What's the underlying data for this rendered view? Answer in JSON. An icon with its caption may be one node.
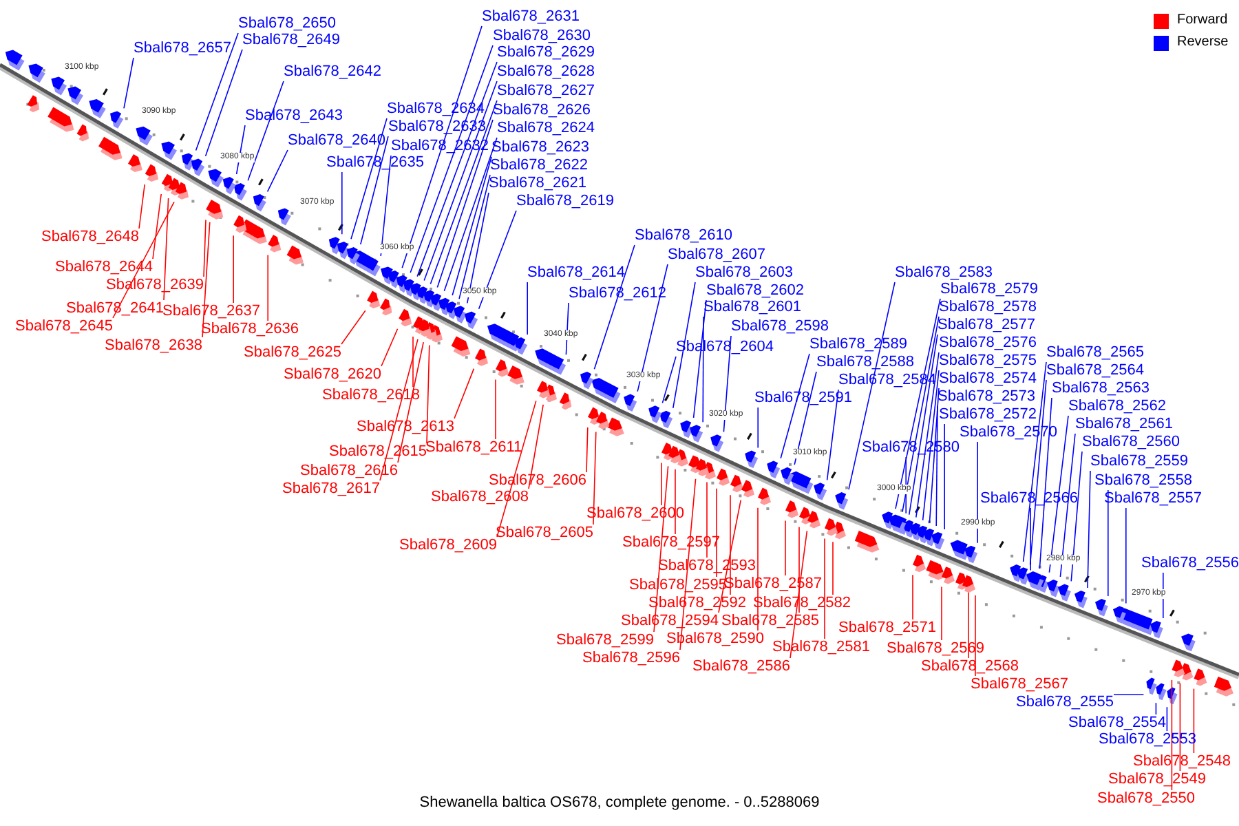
{
  "diagram": {
    "caption": "Shewanella baltica OS678, complete genome. - 0..5288069",
    "nodes": [
      {
        "text": [
          "Sbal678_2650"
        ]
      },
      {
        "text": [
          "Sbal678_2657"
        ]
      },
      {
        "text": [
          "Sbal678_2649"
        ]
      },
      {
        "text": [
          "Sbal678_2642"
        ]
      },
      {
        "text": [
          "Sbal678_2643"
        ]
      },
      {
        "text": [
          "Sbal678_2640"
        ]
      },
      {
        "text": [
          "Sbal678_2635"
        ]
      },
      {
        "text": [
          "Sbal678_2634"
        ]
      },
      {
        "text": [
          "Sbal678_2633"
        ]
      },
      {
        "text": [
          "Sbal678_2632"
        ]
      },
      {
        "text": [
          "Sbal678_2631"
        ]
      },
      {
        "text": [
          "Sbal678_2630"
        ]
      },
      {
        "text": [
          "Sbal678_2629"
        ]
      },
      {
        "text": [
          "Sbal678_2628"
        ]
      },
      {
        "text": [
          "Sbal678_2627"
        ]
      },
      {
        "text": [
          "Sbal678_2626"
        ]
      },
      {
        "text": [
          "Sbal678_2624"
        ]
      },
      {
        "text": [
          "Sbal678_2623"
        ]
      },
      {
        "text": [
          "Sbal678_2622"
        ]
      },
      {
        "text": [
          "Sbal678_2621"
        ]
      },
      {
        "text": [
          "Sbal678_2619"
        ]
      },
      {
        "text": [
          "Sbal678_2610"
        ]
      },
      {
        "text": [
          "Sbal678_2607"
        ]
      },
      {
        "text": [
          "Sbal678_2614"
        ]
      },
      {
        "text": [
          "Sbal678_2603"
        ]
      },
      {
        "text": [
          "Sbal678_2612"
        ]
      },
      {
        "text": [
          "Sbal678_2602"
        ]
      },
      {
        "text": [
          "Sbal678_2601"
        ]
      },
      {
        "text": [
          "Sbal678_2598"
        ]
      },
      {
        "text": [
          "Sbal678_2604"
        ]
      },
      {
        "text": [
          "Sbal678_2589"
        ]
      },
      {
        "text": [
          "Sbal678_2588"
        ]
      },
      {
        "text": [
          "Sbal678_2584"
        ]
      },
      {
        "text": [
          "Sbal678_2591"
        ]
      },
      {
        "text": [
          "Sbal678_2583"
        ]
      },
      {
        "text": [
          "Sbal678_2579"
        ]
      },
      {
        "text": [
          "Sbal678_2578"
        ]
      },
      {
        "text": [
          "Sbal678_2577"
        ]
      },
      {
        "text": [
          "Sbal678_2576"
        ]
      },
      {
        "text": [
          "Sbal678_2575"
        ]
      },
      {
        "text": [
          "Sbal678_2574"
        ]
      },
      {
        "text": [
          "Sbal678_2573"
        ]
      },
      {
        "text": [
          "Sbal678_2572"
        ]
      },
      {
        "text": [
          "Sbal678_2570"
        ]
      },
      {
        "text": [
          "Sbal678_2580"
        ]
      },
      {
        "text": [
          "Sbal678_2565"
        ]
      },
      {
        "text": [
          "Sbal678_2564"
        ]
      },
      {
        "text": [
          "Sbal678_2563"
        ]
      },
      {
        "text": [
          "Sbal678_2562"
        ]
      },
      {
        "text": [
          "Sbal678_2561"
        ]
      },
      {
        "text": [
          "Sbal678_2560"
        ]
      },
      {
        "text": [
          "Sbal678_2559"
        ]
      },
      {
        "text": [
          "Sbal678_2558"
        ]
      },
      {
        "text": [
          "Sbal678_2557"
        ]
      },
      {
        "text": [
          "Sbal678_2566"
        ]
      },
      {
        "text": [
          "Sbal678_2556"
        ]
      },
      {
        "text": [
          "Sbal678_2555"
        ]
      },
      {
        "text": [
          "Sbal678_2554"
        ]
      },
      {
        "text": [
          "Sbal678_2553"
        ]
      },
      {
        "text": [
          "Sbal678_2648"
        ]
      },
      {
        "text": [
          "Sbal678_2644"
        ]
      },
      {
        "text": [
          "Sbal678_2639"
        ]
      },
      {
        "text": [
          "Sbal678_2641"
        ]
      },
      {
        "text": [
          "Sbal678_2637"
        ]
      },
      {
        "text": [
          "Sbal678_2645"
        ]
      },
      {
        "text": [
          "Sbal678_2636"
        ]
      },
      {
        "text": [
          "Sbal678_2638"
        ]
      },
      {
        "text": [
          "Sbal678_2625"
        ]
      },
      {
        "text": [
          "Sbal678_2620"
        ]
      },
      {
        "text": [
          "Sbal678_2618"
        ]
      },
      {
        "text": [
          "Sbal678_2613"
        ]
      },
      {
        "text": [
          "Sbal678_2615"
        ]
      },
      {
        "text": [
          "Sbal678_2611"
        ]
      },
      {
        "text": [
          "Sbal678_2616"
        ]
      },
      {
        "text": [
          "Sbal678_2617"
        ]
      },
      {
        "text": [
          "Sbal678_2606"
        ]
      },
      {
        "text": [
          "Sbal678_2608"
        ]
      },
      {
        "text": [
          "Sbal678_2605"
        ]
      },
      {
        "text": [
          "Sbal678_2609"
        ]
      },
      {
        "text": [
          "Sbal678_2600"
        ]
      },
      {
        "text": [
          "Sbal678_2597"
        ]
      },
      {
        "text": [
          "Sbal678_2593"
        ]
      },
      {
        "text": [
          "Sbal678_2595"
        ]
      },
      {
        "text": [
          "Sbal678_2587"
        ]
      },
      {
        "text": [
          "Sbal678_2592"
        ]
      },
      {
        "text": [
          "Sbal678_2582"
        ]
      },
      {
        "text": [
          "Sbal678_2594"
        ]
      },
      {
        "text": [
          "Sbal678_2585"
        ]
      },
      {
        "text": [
          "Sbal678_2599"
        ]
      },
      {
        "text": [
          "Sbal678_2590"
        ]
      },
      {
        "text": [
          "Sbal678_2581"
        ]
      },
      {
        "text": [
          "Sbal678_2596"
        ]
      },
      {
        "text": [
          "Sbal678_2586"
        ]
      },
      {
        "text": [
          "Sbal678_2571"
        ]
      },
      {
        "text": [
          "Sbal678_2569"
        ]
      },
      {
        "text": [
          "Sbal678_2568"
        ]
      },
      {
        "text": [
          "Sbal678_2567"
        ]
      },
      {
        "text": [
          "Sbal678_2548"
        ]
      },
      {
        "text": [
          "Sbal678_2549"
        ]
      },
      {
        "text": [
          "Sbal678_2550"
        ]
      },
      {
        "text": [],
        "shape": "box"
      },
      {
        "text": [],
        "shape": "box"
      },
      {
        "text": [],
        "shape": "box"
      },
      {
        "text": [],
        "shape": "box"
      },
      {
        "text": [],
        "shape": "box"
      },
      {
        "text": [],
        "shape": "box"
      },
      {
        "text": [],
        "shape": "box"
      },
      {
        "text": [],
        "shape": "box"
      },
      {
        "text": [],
        "shape": "box"
      },
      {
        "text": [],
        "shape": "box"
      },
      {
        "text": [],
        "shape": "box"
      },
      {
        "text": [],
        "shape": "box"
      },
      {
        "text": [],
        "shape": "box"
      },
      {
        "text": [],
        "shape": "box"
      },
      {
        "text": [],
        "shape": "box"
      },
      {
        "text": [],
        "shape": "box"
      },
      {
        "text": [],
        "shape": "box"
      },
      {
        "text": [],
        "shape": "box"
      },
      {
        "text": [],
        "shape": "box"
      },
      {
        "text": [],
        "shape": "box"
      },
      {
        "text": [],
        "shape": "box"
      },
      {
        "text": [],
        "shape": "box"
      },
      {
        "text": [],
        "shape": "box"
      },
      {
        "text": [],
        "shape": "box"
      },
      {
        "text": [],
        "shape": "box"
      },
      {
        "text": [],
        "shape": "box"
      },
      {
        "text": [],
        "shape": "box"
      },
      {
        "text": [],
        "shape": "box"
      },
      {
        "text": [],
        "shape": "box"
      },
      {
        "text": [],
        "shape": "box"
      },
      {
        "text": [],
        "shape": "box"
      },
      {
        "text": [],
        "shape": "box"
      },
      {
        "text": [],
        "shape": "box"
      },
      {
        "text": [],
        "shape": "box"
      },
      {
        "text": [],
        "shape": "box"
      },
      {
        "text": [],
        "shape": "box"
      },
      {
        "text": [],
        "shape": "box"
      },
      {
        "text": [],
        "shape": "box"
      },
      {
        "text": [],
        "shape": "box"
      },
      {
        "text": [],
        "shape": "box"
      },
      {
        "text": [],
        "shape": "box"
      },
      {
        "text": [],
        "shape": "box"
      },
      {
        "text": [],
        "shape": "box"
      },
      {
        "text": [],
        "shape": "box"
      },
      {
        "text": [],
        "shape": "box"
      },
      {
        "text": [],
        "shape": "box"
      },
      {
        "text": [],
        "shape": "box"
      },
      {
        "text": [],
        "shape": "box"
      },
      {
        "text": [],
        "shape": "box"
      },
      {
        "text": [],
        "shape": "box"
      },
      {
        "text": [],
        "shape": "box"
      },
      {
        "text": [],
        "shape": "box"
      },
      {
        "text": [],
        "shape": "box"
      },
      {
        "text": [],
        "shape": "box"
      },
      {
        "text": [],
        "shape": "box"
      },
      {
        "text": [],
        "shape": "box"
      },
      {
        "text": [],
        "shape": "box"
      },
      {
        "text": [],
        "shape": "box"
      },
      {
        "text": [],
        "shape": "box"
      },
      {
        "text": [],
        "shape": "box"
      },
      {
        "text": [],
        "shape": "box"
      },
      {
        "text": [],
        "shape": "box"
      },
      {
        "text": [],
        "shape": "box"
      },
      {
        "text": [],
        "shape": "box"
      },
      {
        "text": [],
        "shape": "box"
      },
      {
        "text": [],
        "shape": "box"
      },
      {
        "text": [],
        "shape": "box"
      },
      {
        "text": [],
        "shape": "box"
      },
      {
        "text": [],
        "shape": "box"
      },
      {
        "text": [],
        "shape": "box"
      },
      {
        "text": [],
        "shape": "box"
      },
      {
        "text": [],
        "shape": "box"
      },
      {
        "text": [],
        "shape": "box"
      },
      {
        "text": [],
        "shape": "box"
      },
      {
        "text": [],
        "shape": "box"
      },
      {
        "text": [],
        "shape": "box"
      },
      {
        "text": [],
        "shape": "box"
      },
      {
        "text": [],
        "shape": "box"
      },
      {
        "text": [],
        "shape": "box"
      },
      {
        "text": [],
        "shape": "box"
      },
      {
        "text": [],
        "shape": "box"
      },
      {
        "text": [],
        "shape": "box"
      },
      {
        "text": [],
        "shape": "box"
      },
      {
        "text": [],
        "shape": "box"
      },
      {
        "text": [],
        "shape": "box"
      },
      {
        "text": [],
        "shape": "box"
      },
      {
        "text": [],
        "shape": "box"
      },
      {
        "text": [],
        "shape": "box"
      },
      {
        "text": [],
        "shape": "box"
      },
      {
        "text": [],
        "shape": "box"
      },
      {
        "text": [],
        "shape": "box"
      },
      {
        "text": [],
        "shape": "box"
      },
      {
        "text": [],
        "shape": "box"
      },
      {
        "text": [],
        "shape": "box"
      },
      {
        "text": [],
        "shape": "box"
      },
      {
        "text": [],
        "shape": "box"
      },
      {
        "text": [],
        "shape": "box"
      },
      {
        "text": [],
        "shape": "box"
      },
      {
        "text": [],
        "shape": "box"
      },
      {
        "text": [],
        "shape": "box"
      }
    ],
    "edges": [
      {
        "from": 0,
        "to": 100,
        "arrow": "none"
      },
      {
        "from": 1,
        "to": 101,
        "arrow": "none"
      },
      {
        "from": 2,
        "to": 102,
        "arrow": "none"
      },
      {
        "from": 3,
        "to": 103,
        "arrow": "none"
      },
      {
        "from": 4,
        "to": 104,
        "arrow": "none"
      },
      {
        "from": 5,
        "to": 105,
        "arrow": "none"
      },
      {
        "from": 6,
        "to": 106,
        "arrow": "none"
      },
      {
        "from": 7,
        "to": 107,
        "arrow": "none"
      },
      {
        "from": 8,
        "to": 108,
        "arrow": "none"
      },
      {
        "from": 9,
        "to": 109,
        "arrow": "none"
      },
      {
        "from": 10,
        "to": 110,
        "arrow": "none"
      },
      {
        "from": 11,
        "to": 111,
        "arrow": "none"
      },
      {
        "from": 12,
        "to": 112,
        "arrow": "none"
      },
      {
        "from": 13,
        "to": 113,
        "arrow": "none"
      },
      {
        "from": 14,
        "to": 114,
        "arrow": "none"
      },
      {
        "from": 15,
        "to": 115,
        "arrow": "none"
      },
      {
        "from": 16,
        "to": 116,
        "arrow": "none"
      },
      {
        "from": 17,
        "to": 117,
        "arrow": "none"
      },
      {
        "from": 18,
        "to": 118,
        "arrow": "none"
      },
      {
        "from": 19,
        "to": 119,
        "arrow": "none"
      },
      {
        "from": 20,
        "to": 120,
        "arrow": "none"
      },
      {
        "from": 21,
        "to": 121,
        "arrow": "none"
      },
      {
        "from": 22,
        "to": 122,
        "arrow": "none"
      },
      {
        "from": 23,
        "to": 123,
        "arrow": "none"
      },
      {
        "from": 24,
        "to": 124,
        "arrow": "none"
      },
      {
        "from": 25,
        "to": 125,
        "arrow": "none"
      },
      {
        "from": 26,
        "to": 126,
        "arrow": "none"
      },
      {
        "from": 27,
        "to": 127,
        "arrow": "none"
      },
      {
        "from": 28,
        "to": 128,
        "arrow": "none"
      },
      {
        "from": 29,
        "to": 129,
        "arrow": "none"
      },
      {
        "from": 30,
        "to": 130,
        "arrow": "none"
      },
      {
        "from": 31,
        "to": 131,
        "arrow": "none"
      },
      {
        "from": 32,
        "to": 132,
        "arrow": "none"
      },
      {
        "from": 33,
        "to": 133,
        "arrow": "none"
      },
      {
        "from": 34,
        "to": 134,
        "arrow": "none"
      },
      {
        "from": 35,
        "to": 135,
        "arrow": "none"
      },
      {
        "from": 36,
        "to": 136,
        "arrow": "none"
      },
      {
        "from": 37,
        "to": 137,
        "arrow": "none"
      },
      {
        "from": 38,
        "to": 138,
        "arrow": "none"
      },
      {
        "from": 39,
        "to": 139,
        "arrow": "none"
      },
      {
        "from": 40,
        "to": 140,
        "arrow": "none"
      },
      {
        "from": 41,
        "to": 141,
        "arrow": "none"
      },
      {
        "from": 42,
        "to": 142,
        "arrow": "none"
      },
      {
        "from": 43,
        "to": 143,
        "arrow": "none"
      },
      {
        "from": 44,
        "to": 144,
        "arrow": "none"
      },
      {
        "from": 45,
        "to": 145,
        "arrow": "none"
      },
      {
        "from": 46,
        "to": 146,
        "arrow": "none"
      },
      {
        "from": 47,
        "to": 147,
        "arrow": "none"
      },
      {
        "from": 48,
        "to": 148,
        "arrow": "none"
      },
      {
        "from": 49,
        "to": 149,
        "arrow": "none"
      },
      {
        "from": 50,
        "to": 150,
        "arrow": "none"
      },
      {
        "from": 51,
        "to": 151,
        "arrow": "none"
      },
      {
        "from": 52,
        "to": 152,
        "arrow": "none"
      },
      {
        "from": 53,
        "to": 153,
        "arrow": "none"
      },
      {
        "from": 54,
        "to": 154,
        "arrow": "none"
      },
      {
        "from": 55,
        "to": 155,
        "arrow": "none"
      },
      {
        "from": 56,
        "to": 156,
        "arrow": "none"
      },
      {
        "from": 57,
        "to": 157,
        "arrow": "none"
      },
      {
        "from": 58,
        "to": 158,
        "arrow": "none"
      },
      {
        "from": 59,
        "to": 159,
        "arrow": "none",
        "color": "#ff0000"
      },
      {
        "from": 60,
        "to": 160,
        "arrow": "none",
        "color": "#ff0000"
      },
      {
        "from": 61,
        "to": 161,
        "arrow": "none",
        "color": "#ff0000"
      },
      {
        "from": 62,
        "to": 162,
        "arrow": "none",
        "color": "#ff0000"
      },
      {
        "from": 63,
        "to": 163,
        "arrow": "none",
        "color": "#ff0000"
      },
      {
        "from": 64,
        "to": 164,
        "arrow": "none",
        "color": "#ff0000"
      },
      {
        "from": 65,
        "to": 165,
        "arrow": "none",
        "color": "#ff0000"
      },
      {
        "from": 66,
        "to": 166,
        "arrow": "none",
        "color": "#ff0000"
      },
      {
        "from": 67,
        "to": 167,
        "arrow": "none",
        "color": "#ff0000"
      },
      {
        "from": 68,
        "to": 168,
        "arrow": "none",
        "color": "#ff0000"
      },
      {
        "from": 69,
        "to": 169,
        "arrow": "none",
        "color": "#ff0000"
      },
      {
        "from": 70,
        "to": 170,
        "arrow": "none",
        "color": "#ff0000"
      },
      {
        "from": 71,
        "to": 171,
        "arrow": "none",
        "color": "#ff0000"
      },
      {
        "from": 72,
        "to": 172,
        "arrow": "none",
        "color": "#ff0000"
      },
      {
        "from": 73,
        "to": 173,
        "arrow": "none",
        "color": "#ff0000"
      },
      {
        "from": 74,
        "to": 174,
        "arrow": "none",
        "color": "#ff0000"
      },
      {
        "from": 75,
        "to": 175,
        "arrow": "none",
        "color": "#ff0000"
      },
      {
        "from": 76,
        "to": 176,
        "arrow": "none",
        "color": "#ff0000"
      },
      {
        "from": 77,
        "to": 177,
        "arrow": "none",
        "color": "#ff0000"
      },
      {
        "from": 78,
        "to": 178,
        "arrow": "none",
        "color": "#ff0000"
      },
      {
        "from": 79,
        "to": 179,
        "arrow": "none",
        "color": "#ff0000"
      },
      {
        "from": 80,
        "to": 180,
        "arrow": "none",
        "color": "#ff0000"
      },
      {
        "from": 81,
        "to": 181,
        "arrow": "none",
        "color": "#ff0000"
      },
      {
        "from": 82,
        "to": 182,
        "arrow": "none",
        "color": "#ff0000"
      },
      {
        "from": 83,
        "to": 183,
        "arrow": "none",
        "color": "#ff0000"
      },
      {
        "from": 84,
        "to": 184,
        "arrow": "none",
        "color": "#ff0000"
      },
      {
        "from": 85,
        "to": 185,
        "arrow": "none",
        "color": "#ff0000"
      },
      {
        "from": 86,
        "to": 186,
        "arrow": "none",
        "color": "#ff0000"
      },
      {
        "from": 87,
        "to": 187,
        "arrow": "none",
        "color": "#ff0000"
      },
      {
        "from": 88,
        "to": 188,
        "arrow": "none",
        "color": "#ff0000"
      },
      {
        "from": 89,
        "to": 189,
        "arrow": "none",
        "color": "#ff0000"
      },
      {
        "from": 90,
        "to": 190,
        "arrow": "none",
        "color": "#ff0000"
      },
      {
        "from": 91,
        "to": 191,
        "arrow": "none",
        "color": "#ff0000"
      },
      {
        "from": 92,
        "to": 192,
        "arrow": "none",
        "color": "#ff0000"
      },
      {
        "from": 93,
        "to": 193,
        "arrow": "none",
        "color": "#ff0000"
      },
      {
        "from": 94,
        "to": 194,
        "arrow": "none",
        "color": "#ff0000"
      },
      {
        "from": 95,
        "to": 195,
        "arrow": "none",
        "color": "#ff0000"
      },
      {
        "from": 96,
        "to": 196,
        "arrow": "none",
        "color": "#ff0000"
      },
      {
        "from": 97,
        "to": 197,
        "arrow": "none",
        "color": "#ff0000"
      },
      {
        "from": 98,
        "to": 198,
        "arrow": "none",
        "color": "#ff0000"
      },
      {
        "from": 99,
        "to": 199,
        "arrow": "none",
        "color": "#ff0000"
      }
    ],
    "labels": [
      "3100 kbp",
      "3090 kbp",
      "3080 kbp",
      "3070 kbp",
      "3060 kbp",
      "3050 kbp",
      "3040 kbp",
      "3030 kbp",
      "3020 kbp",
      "3010 kbp",
      "3000 kbp",
      "2990 kbp",
      "2980 kbp",
      "2970 kbp"
    ],
    "legend": [
      {
        "text": "Forward",
        "color": "#ff0000"
      },
      {
        "text": "Reverse",
        "color": "#0000ff"
      }
    ]
  }
}
